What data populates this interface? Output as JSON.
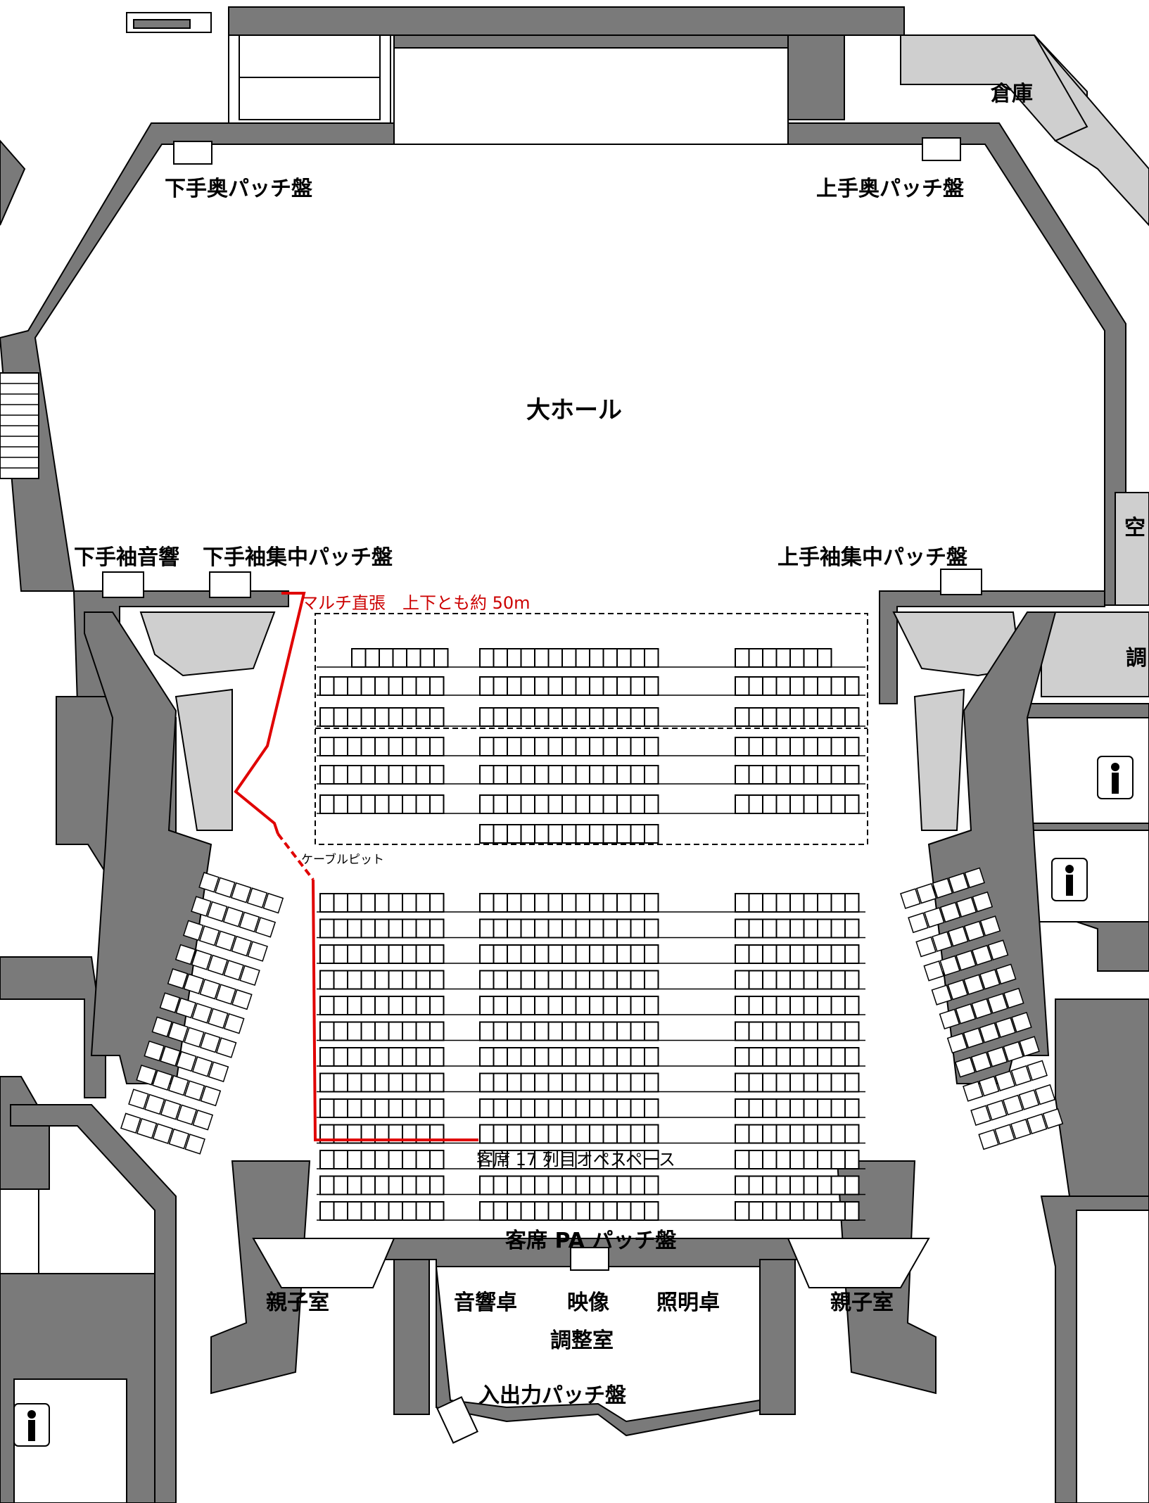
{
  "labels": {
    "hall": "大ホール",
    "storage": "倉庫",
    "upstage_left_patch": "下手奥パッチ盤",
    "upstage_right_patch": "上手奥パッチ盤",
    "left_wing_sound": "下手袖音響",
    "left_wing_patch": "下手袖集中パッチ盤",
    "right_wing_patch": "上手袖集中パッチ盤",
    "multi_cable": "マルチ直張　上下とも約 50m",
    "cable_pit": "ケーブルピット",
    "operation_space": "客席 17 列目オペスペース",
    "pa_patch": "客席 PA パッチ盤",
    "parent_child_left": "親子室",
    "parent_child_right": "親子室",
    "sound_desk": "音響卓",
    "video": "映像",
    "lighting_desk": "照明卓",
    "control_room": "調整室",
    "io_patch": "入出力パッチ盤",
    "right_edge_1": "空",
    "right_edge_2": "調"
  },
  "colors": {
    "wall": "#7a7a7a",
    "shaded": "#cfcfcf",
    "cable": "#e00000",
    "line": "#000000"
  },
  "seating": {
    "front_rows": 7,
    "main_rows": 13
  }
}
